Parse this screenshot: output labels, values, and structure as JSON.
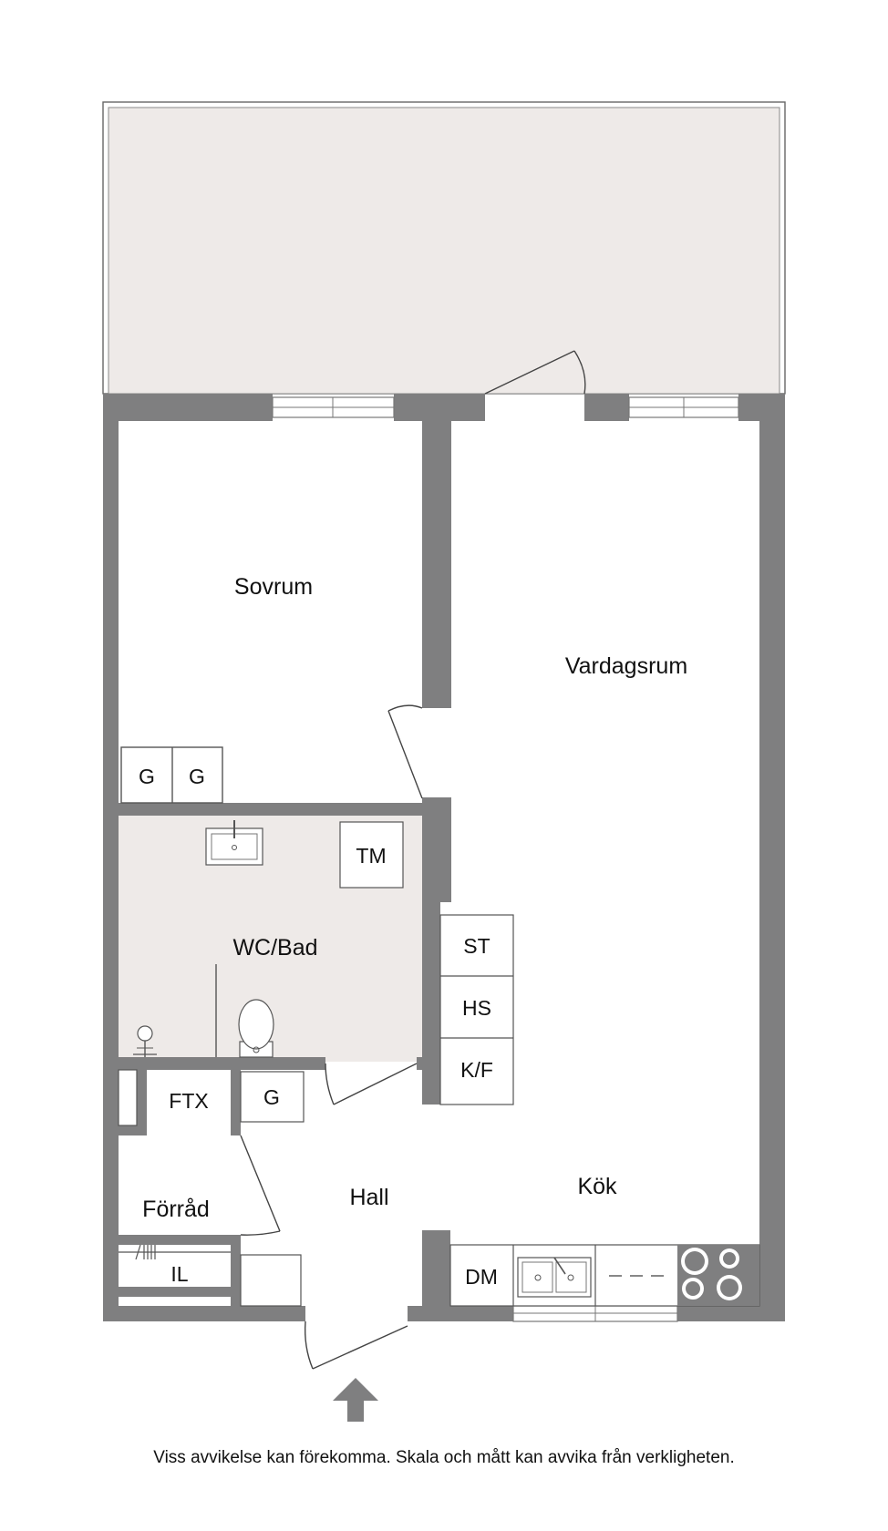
{
  "rooms": {
    "sovrum": "Sovrum",
    "vardagsrum": "Vardagsrum",
    "wc_bad": "WC/Bad",
    "hall": "Hall",
    "kok": "Kök",
    "forrad": "Förråd"
  },
  "fixtures": {
    "wardrobe_1": "G",
    "wardrobe_2": "G",
    "wardrobe_hall": "G",
    "washing_machine": "TM",
    "ftx": "FTX",
    "il": "IL",
    "freezer": "ST",
    "tall_cabinet": "HS",
    "fridge_freezer": "K/F",
    "dishwasher": "DM"
  },
  "disclaimer": "Viss avvikelse kan förekomma. Skala och mått kan avvika från verkligheten.",
  "colors": {
    "wall": "#7f7f80",
    "balcony": "#eeeae8",
    "bathroom": "#eeeae8",
    "background": "#ffffff"
  },
  "icons": [
    "entrance-arrow-icon",
    "stove-icon",
    "sink-icon",
    "toilet-icon",
    "shower-icon",
    "washbasin-icon"
  ]
}
